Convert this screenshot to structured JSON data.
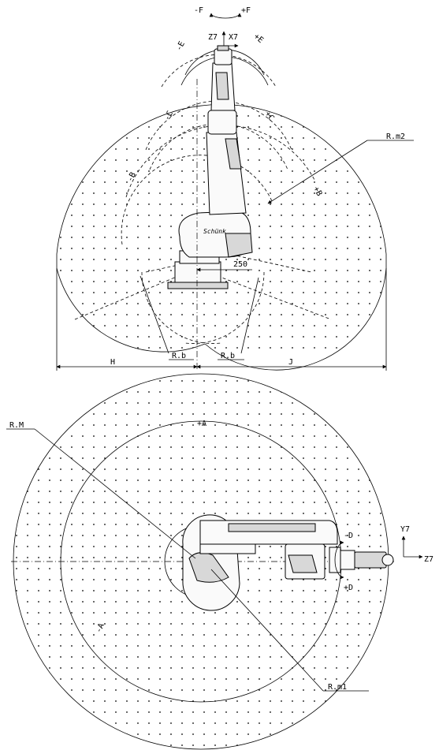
{
  "side_view": {
    "axis_F_minus": "-F",
    "axis_F_plus": "+F",
    "axis_E_minus": "-E",
    "axis_E_plus": "+E",
    "axis_C_minus": "-C",
    "axis_C_plus": "+C",
    "axis_B_minus": "-B",
    "axis_B_plus": "+B",
    "tool_z": "Z7",
    "tool_x": "X7",
    "radius_m2": "R.m2",
    "dimension_250": "250",
    "radius_b_left": "R.b",
    "radius_b_right": "R.b",
    "dim_H": "H",
    "dim_J": "J",
    "logo": "Schünk"
  },
  "top_view": {
    "radius_M": "R.M",
    "axis_A_plus": "+A",
    "axis_A_minus": "-A",
    "axis_D_minus": "-D",
    "axis_D_plus": "+D",
    "tool_y": "Y7",
    "tool_z": "Z7",
    "radius_m1": "R.m1"
  }
}
